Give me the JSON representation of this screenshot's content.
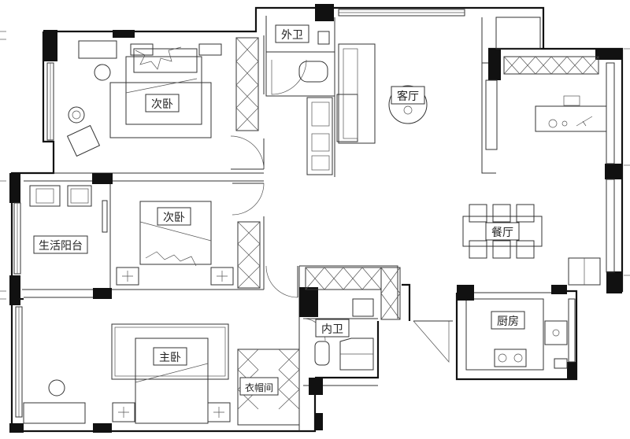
{
  "rooms": {
    "secondary_bedroom_1": "次卧",
    "secondary_bedroom_2": "次卧",
    "master_bedroom": "主卧",
    "living_room": "客厅",
    "dining_room": "餐厅",
    "kitchen": "厨房",
    "outer_bathroom": "外卫",
    "inner_bathroom": "内卫",
    "utility_balcony": "生活阳台",
    "walk_in_closet": "衣帽间"
  }
}
